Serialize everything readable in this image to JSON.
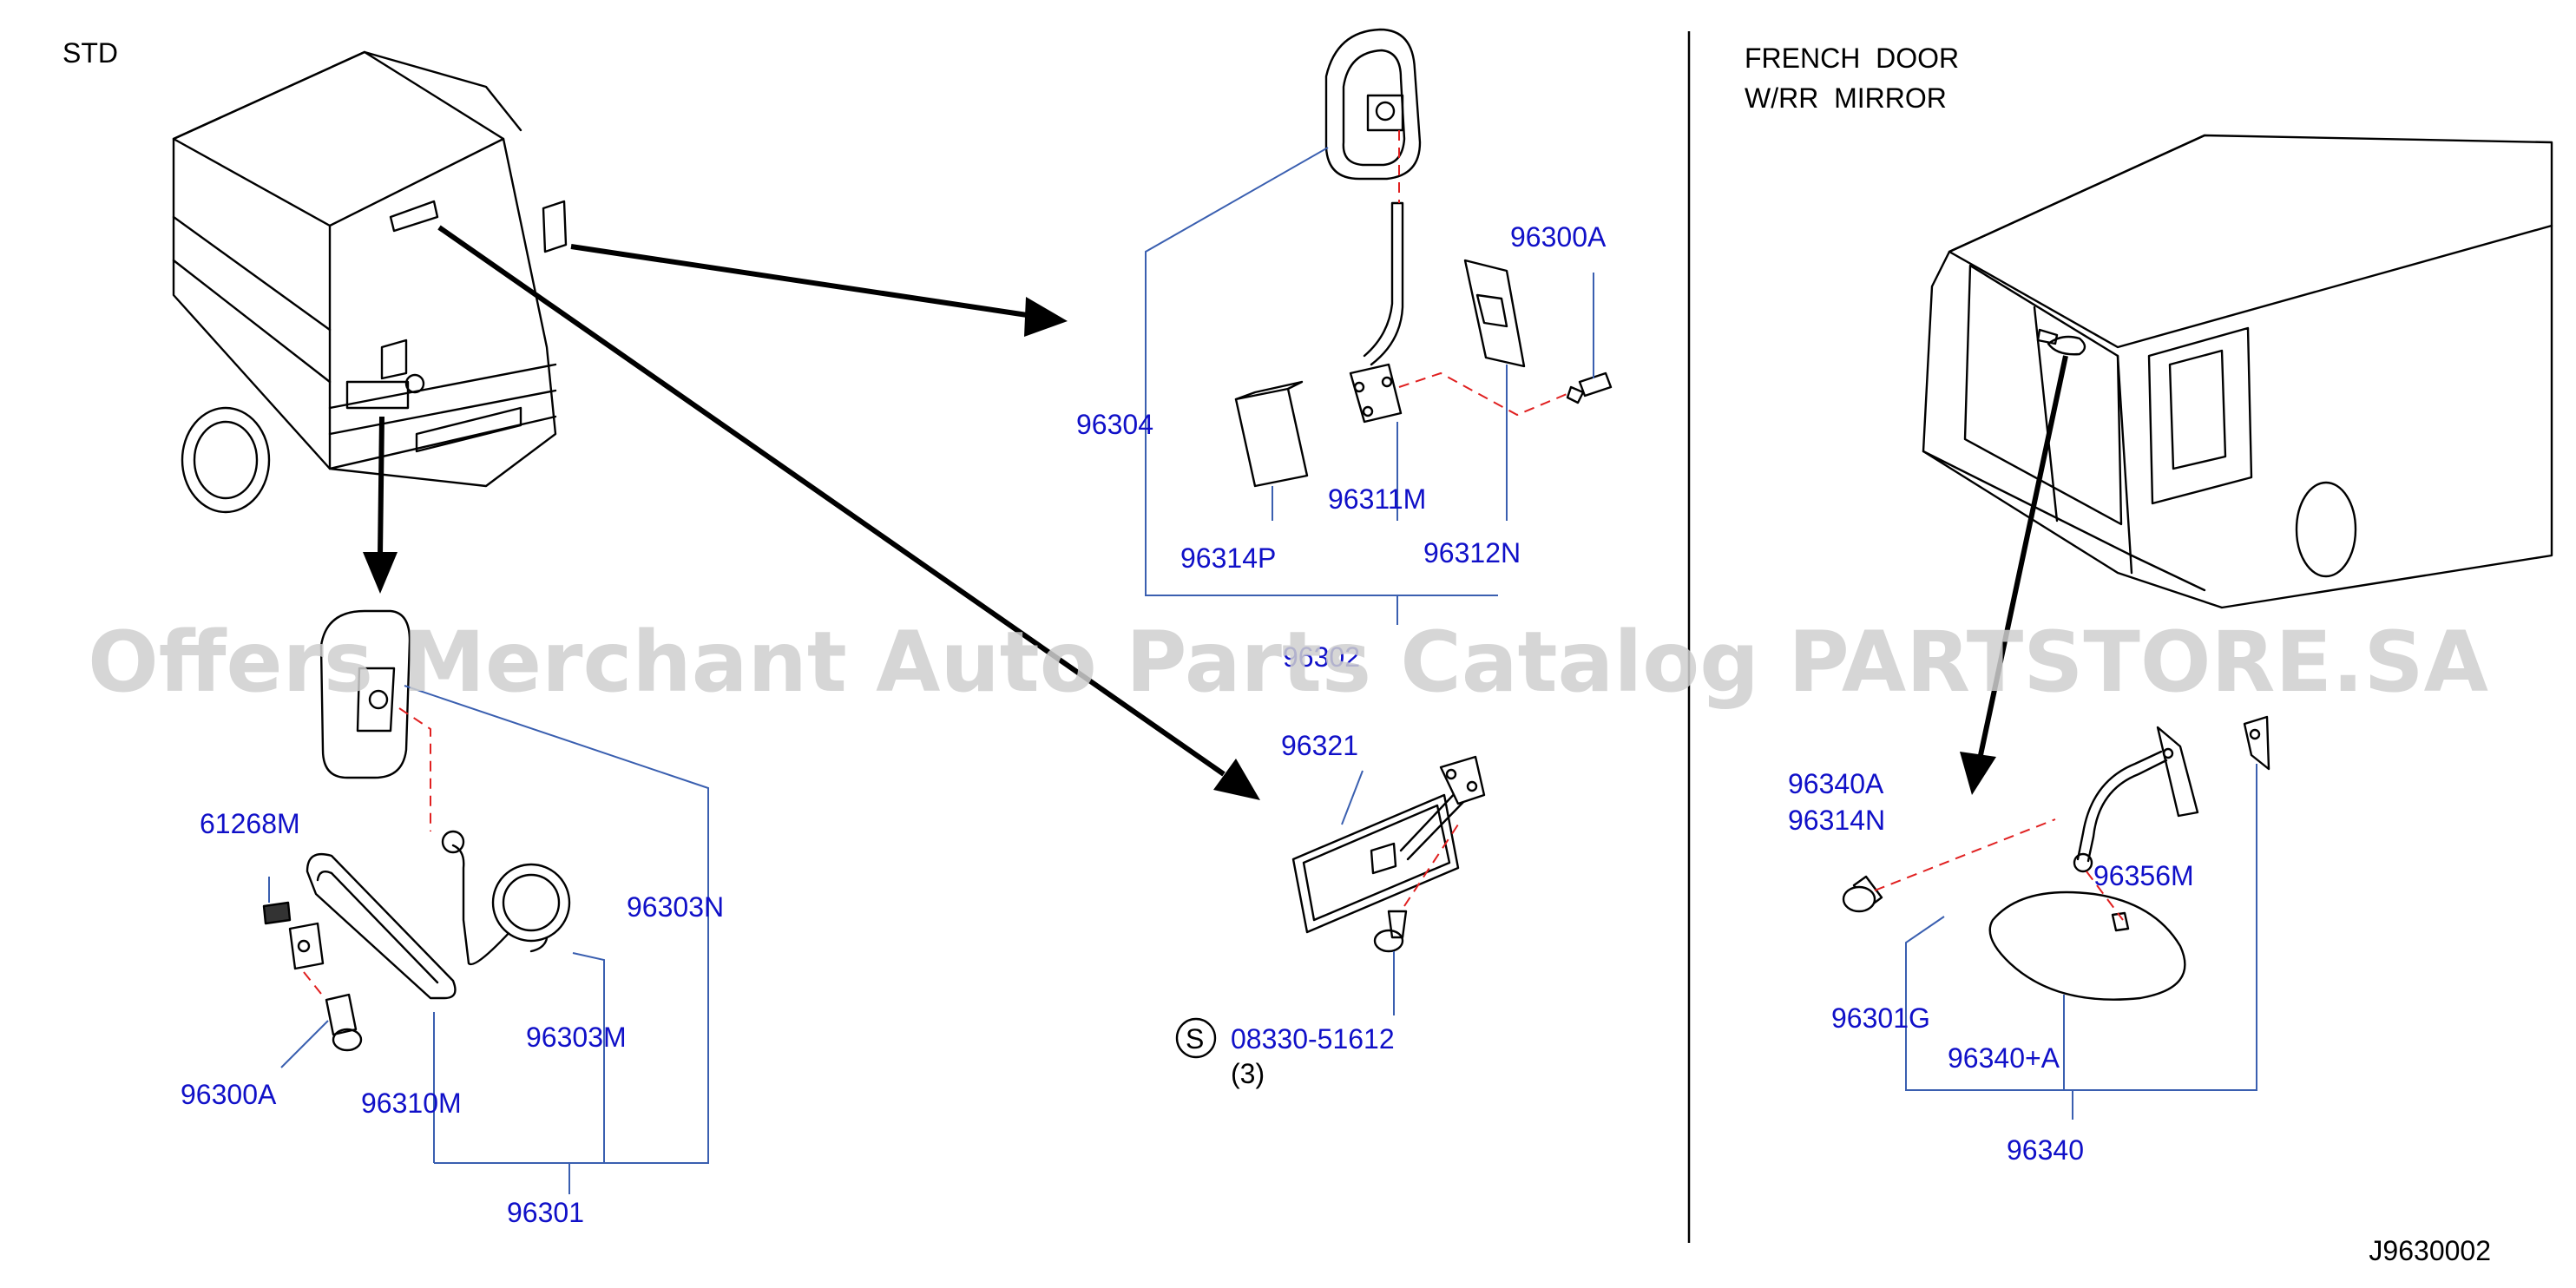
{
  "sections": {
    "std": "STD",
    "french_door_line1": "FRENCH  DOOR",
    "french_door_line2": "W/RR  MIRROR"
  },
  "watermark": "Offers Merchant Auto Parts Catalog PARTSTORE.SA",
  "diagram_id": "J9630002",
  "parts": {
    "p96300A_top": "96300A",
    "p96304": "96304",
    "p96311M": "96311M",
    "p96314P": "96314P",
    "p96312N": "96312N",
    "p96302": "96302",
    "p96321": "96321",
    "s_symbol": "S",
    "p08330": "08330-51612",
    "qty3": "(3)",
    "p61268M": "61268M",
    "p96303N": "96303N",
    "p96303M": "96303M",
    "p96300A_left": "96300A",
    "p96310M": "96310M",
    "p96301": "96301",
    "p96340A": "96340A",
    "p96314N": "96314N",
    "p96356M": "96356M",
    "p96301G": "96301G",
    "p96340plusA": "96340+A",
    "p96340": "96340"
  },
  "colors": {
    "label": "#1010c8",
    "leader": "#3a5fb0",
    "dashed": "#e02020",
    "watermark": "#cfcfcf"
  }
}
